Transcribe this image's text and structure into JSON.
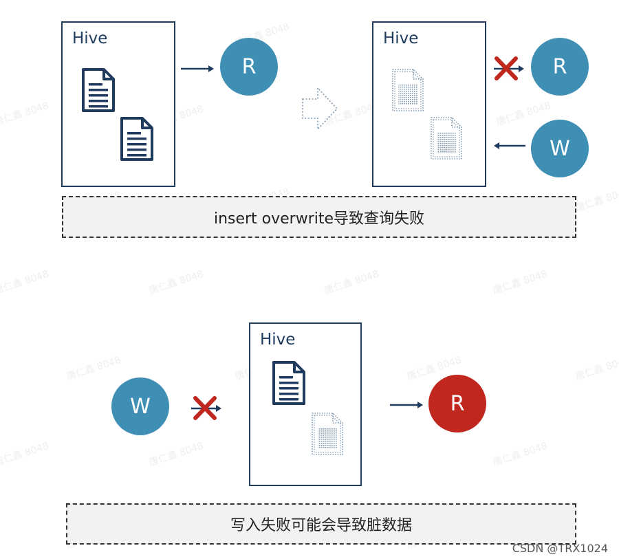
{
  "panel_top": {
    "hive_before_label": "Hive",
    "hive_after_label": "Hive",
    "reader_before_label": "R",
    "reader_after_label": "R",
    "writer_label": "W",
    "caption": "insert overwrite导致查询失败"
  },
  "panel_bottom": {
    "writer_label": "W",
    "hive_label": "Hive",
    "reader_label": "R",
    "caption": "写入失败可能会导致脏数据"
  },
  "colors": {
    "node_blue": "#3f8fb5",
    "node_red": "#c0271f",
    "box_border": "#1f3b5e",
    "cross": "#c0271f",
    "dotted": "#7f98b0"
  },
  "watermark_text": "唐仁鑫 8048",
  "credit": "CSDN @TRX1024"
}
